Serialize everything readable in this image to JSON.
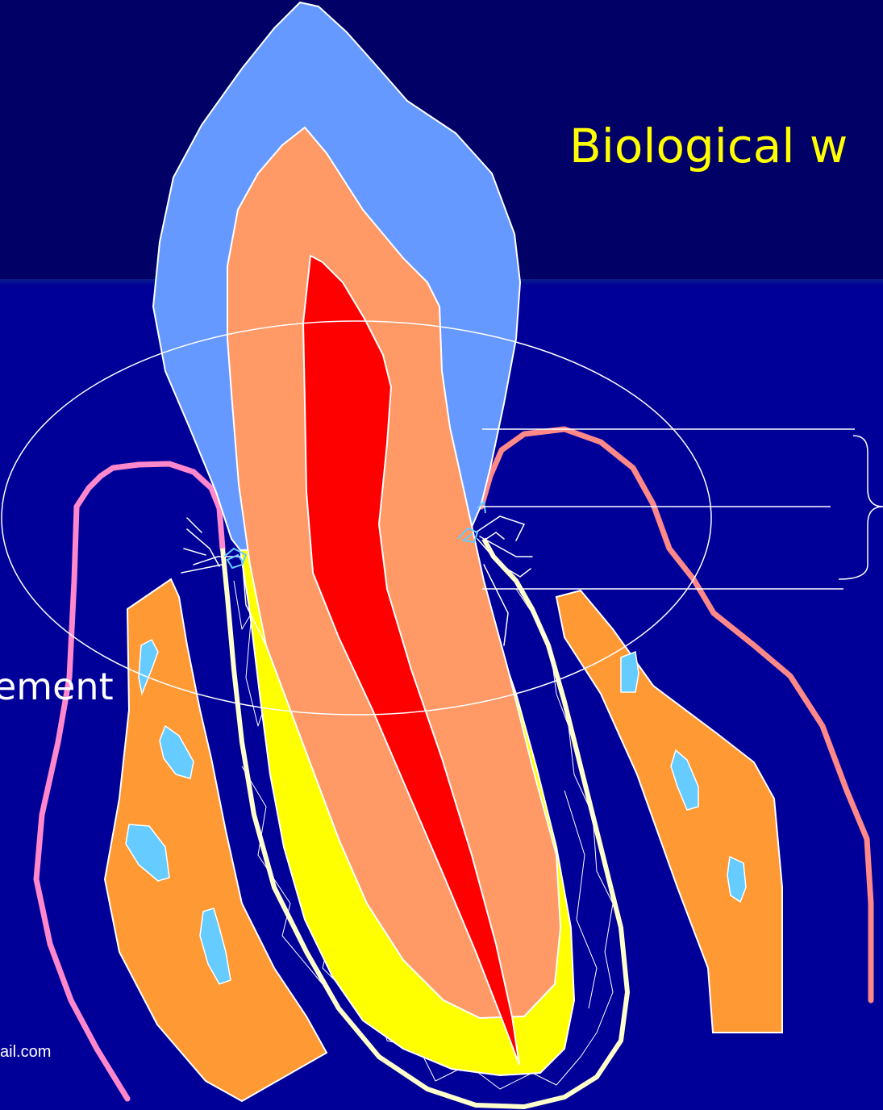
{
  "slide": {
    "title": "Biological w",
    "side_label": "ement",
    "footer_email": "ail.com"
  },
  "colors": {
    "background": "#000099",
    "title_band": "#000066",
    "title_text": "#ffff00",
    "enamel": "#6699ff",
    "dentin": "#ff9966",
    "pulp": "#ff0000",
    "cementum_root": "#ffff00",
    "bone": "#ff9933",
    "marrow": "#66ccff",
    "gingiva_left": "#ff88cc",
    "gingiva_right": "#ff8888",
    "ligament": "#ffffcc"
  }
}
